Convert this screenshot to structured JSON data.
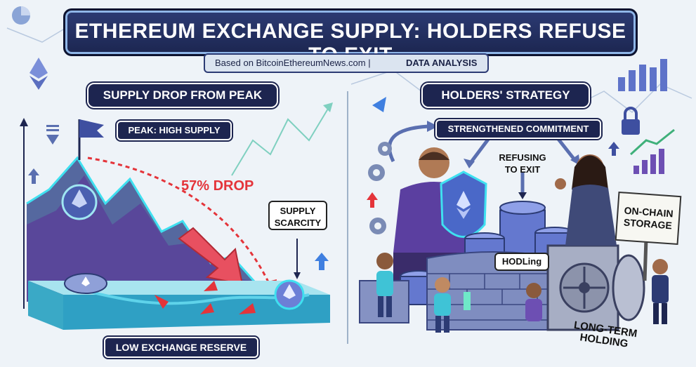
{
  "banner": {
    "title": "Ethereum Exchange Supply: Holders Refuse to Exit"
  },
  "subtitle": {
    "source": "Based on BitcoinEthereumNews.com |",
    "tag": "DATA ANALYSIS"
  },
  "left_panel": {
    "title": "SUPPLY DROP FROM PEAK",
    "peak_label": "PEAK: HIGH SUPPLY",
    "drop_label": "57% DROP",
    "scarcity_label": "SUPPLY\nSCARCITY",
    "reserve_label": "LOW EXCHANGE RESERVE"
  },
  "right_panel": {
    "title": "HOLDERS' STRATEGY",
    "commitment_label": "STRENGTHENED COMMITMENT",
    "refusing_label": "REFUSING\nTO EXIT",
    "hodl_label": "HODLing",
    "onchain_label": "ON-CHAIN\nSTORAGE",
    "longterm_label": "LONG-TERM\nHOLDING"
  },
  "colors": {
    "navy": "#1d2550",
    "red": "#e4343a",
    "teal": "#3fc3d6",
    "purple": "#6d4fb3"
  }
}
